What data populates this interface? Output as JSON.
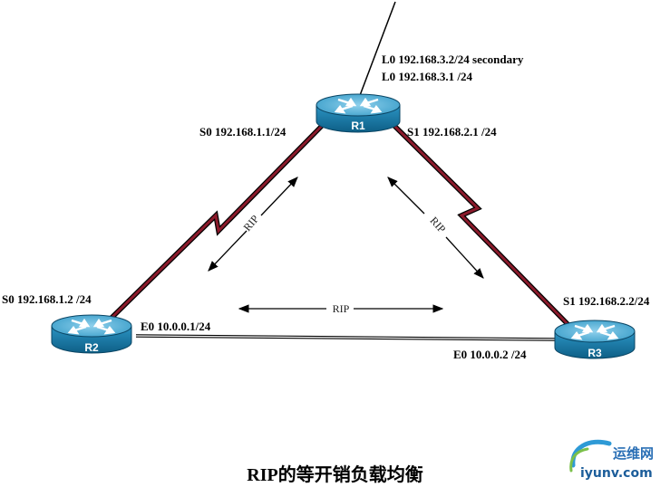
{
  "routers": [
    {
      "id": "R1",
      "name": "R1"
    },
    {
      "id": "R2",
      "name": "R2"
    },
    {
      "id": "R3",
      "name": "R3"
    }
  ],
  "interfaces": {
    "r1_loopback_secondary": "L0 192.168.3.2/24 secondary",
    "r1_loopback": "L0 192.168.3.1 /24",
    "r1_s0": "S0 192.168.1.1/24",
    "r1_s1": "S1 192.168.2.1 /24",
    "r2_s0": "S0 192.168.1.2 /24",
    "r2_e0": "E0 10.0.0.1/24",
    "r3_s1": "S1 192.168.2.2/24",
    "r3_e0": "E0 10.0.0.2 /24"
  },
  "protocol_labels": {
    "left": "RIP",
    "right": "RIP",
    "bottom": "RIP"
  },
  "caption": "RIP的等开销负载均衡",
  "watermark": {
    "chinese": "运维网",
    "latin": "iyunv.com"
  },
  "colors": {
    "serial_link": "#8b1a2b",
    "router_body": "#1a7fae",
    "router_top": "#5fb6d9"
  }
}
